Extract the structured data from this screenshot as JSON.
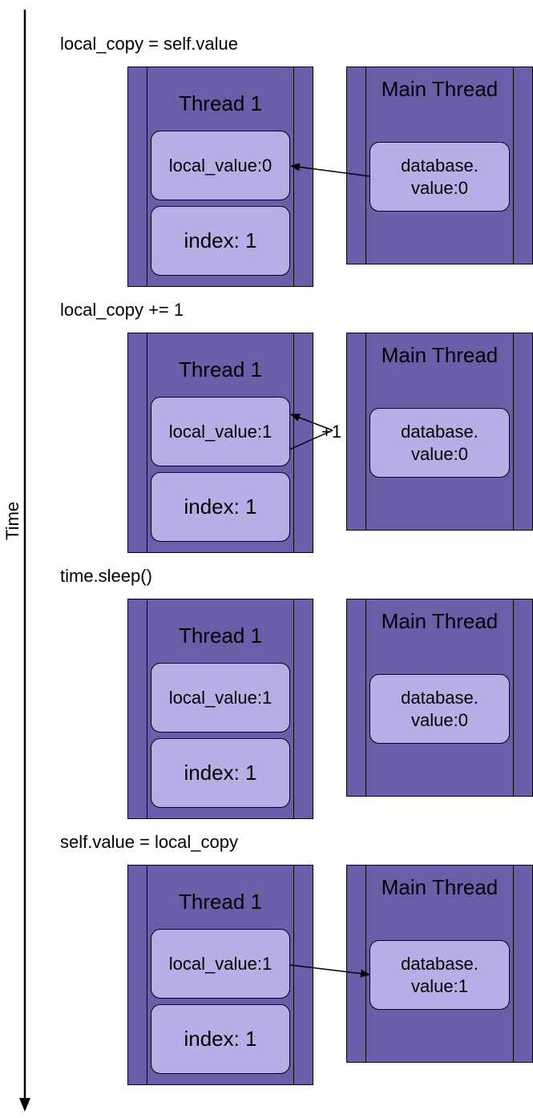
{
  "axis": {
    "label": "Time"
  },
  "steps": [
    {
      "label": "local_copy = self.value",
      "thread_title": "Thread 1",
      "local_value": "local_value:0",
      "index": "index: 1",
      "main_title": "Main Thread",
      "db_value": "database. value:0"
    },
    {
      "label": "local_copy += 1",
      "thread_title": "Thread 1",
      "local_value": "local_value:1",
      "index": "index: 1",
      "main_title": "Main Thread",
      "db_value": "database. value:0",
      "increment_label": "+1"
    },
    {
      "label": "time.sleep()",
      "thread_title": "Thread 1",
      "local_value": "local_value:1",
      "index": "index: 1",
      "main_title": "Main Thread",
      "db_value": "database. value:0"
    },
    {
      "label": "self.value = local_copy",
      "thread_title": "Thread 1",
      "local_value": "local_value:1",
      "index": "index: 1",
      "main_title": "Main Thread",
      "db_value": "database. value:1"
    }
  ]
}
